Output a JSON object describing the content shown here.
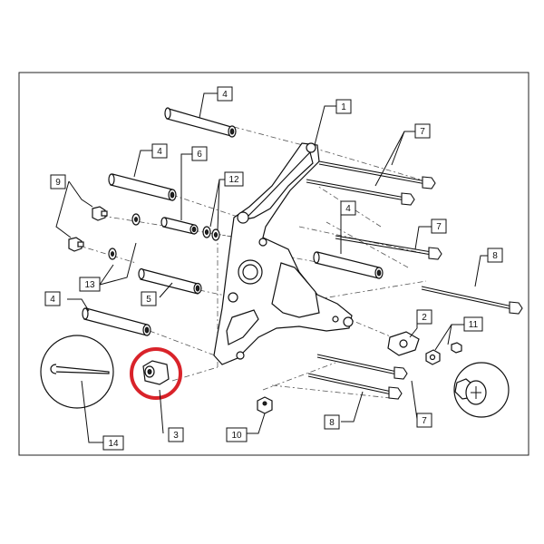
{
  "diagram": {
    "callouts": {
      "c1": "1",
      "c2": "2",
      "c3": "3",
      "c4a": "4",
      "c4b": "4",
      "c4c": "4",
      "c4d": "4",
      "c5": "5",
      "c6": "6",
      "c7a": "7",
      "c7b": "7",
      "c7c": "7",
      "c8a": "8",
      "c8b": "8",
      "c9": "9",
      "c10": "10",
      "c11": "11",
      "c12": "12",
      "c13": "13",
      "c14": "14"
    },
    "highlight_color": "#d9232a",
    "line_color": "#111111"
  }
}
